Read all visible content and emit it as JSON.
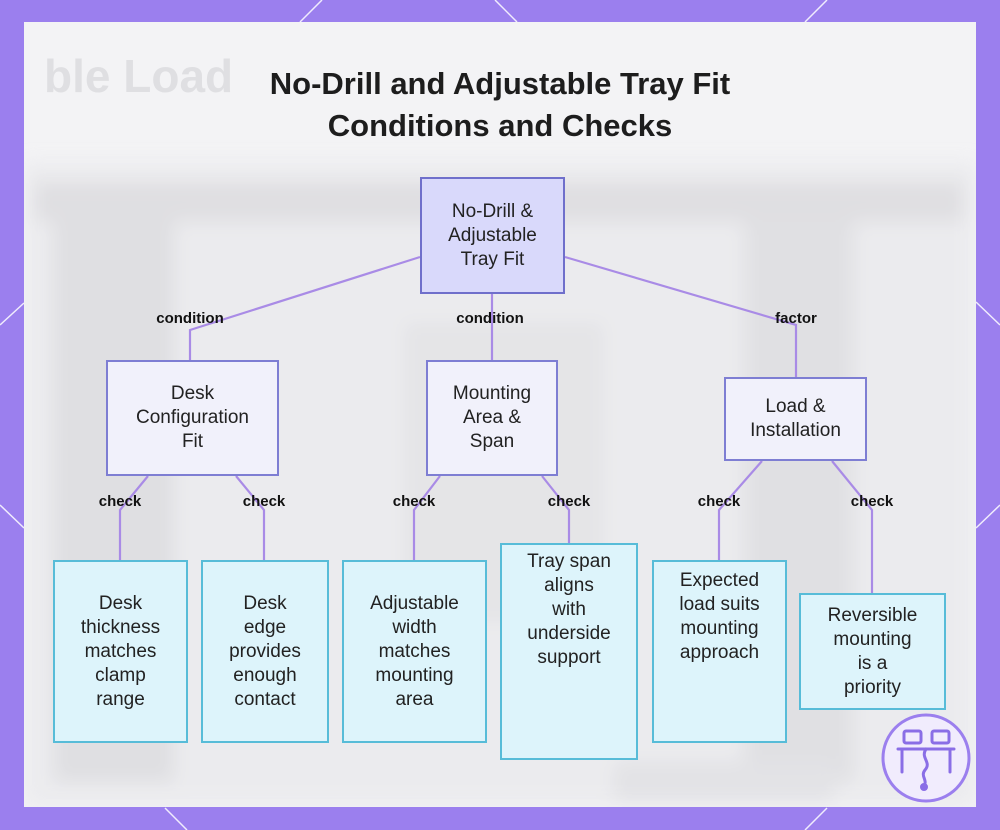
{
  "title": {
    "line1": "No-Drill and Adjustable Tray Fit",
    "line2": "Conditions and Checks"
  },
  "background_text": "ble Load",
  "colors": {
    "frame": "#9b7fee",
    "connector": "#a98be6",
    "root_fill": "#d9d9fb",
    "mid_fill": "#f1f1fb",
    "leaf_fill": "#ddf4fb"
  },
  "nodes": {
    "root": [
      "No-Drill &",
      "Adjustable",
      "Tray Fit"
    ],
    "desk_config": [
      "Desk",
      "Configuration",
      "Fit"
    ],
    "mounting_area": [
      "Mounting",
      "Area &",
      "Span"
    ],
    "load_install": [
      "Load &",
      "Installation"
    ],
    "leaf_thickness": [
      "Desk",
      "thickness",
      "matches",
      "clamp",
      "range"
    ],
    "leaf_edge": [
      "Desk",
      "edge",
      "provides",
      "enough",
      "contact"
    ],
    "leaf_width": [
      "Adjustable",
      "width",
      "matches",
      "mounting",
      "area"
    ],
    "leaf_span": [
      "Tray span",
      "aligns",
      "with",
      "underside",
      "support"
    ],
    "leaf_load": [
      "Expected",
      "load suits",
      "mounting",
      "approach"
    ],
    "leaf_reversible": [
      "Reversible",
      "mounting",
      "is a",
      "priority"
    ]
  },
  "edge_labels": {
    "root_desk": "condition",
    "root_mounting": "condition",
    "root_load": "factor",
    "desk_thickness": "check",
    "desk_edge": "check",
    "mounting_width": "check",
    "mounting_span": "check",
    "load_load": "check",
    "load_reversible": "check"
  },
  "logo_icon": "desk-workstation-icon"
}
